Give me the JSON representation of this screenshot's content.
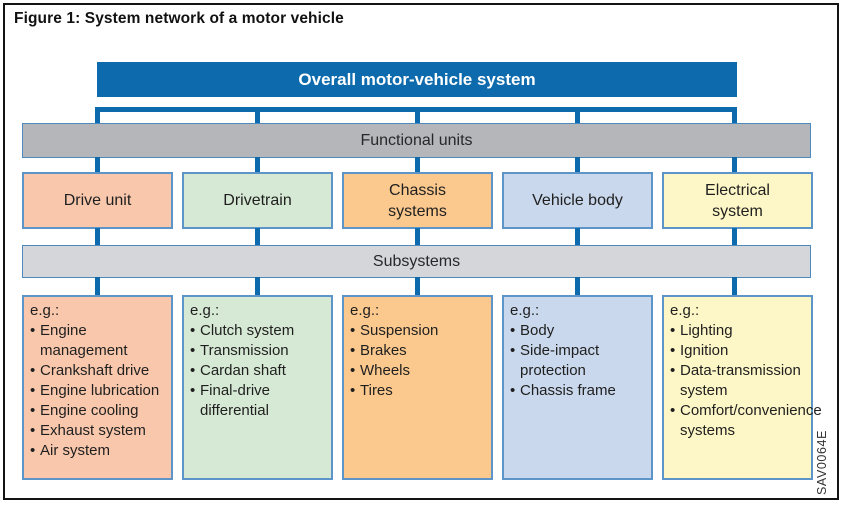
{
  "figure": {
    "title": "Figure 1: System network of a motor vehicle",
    "code": "SAV0064E"
  },
  "hierarchy": {
    "root_label": "Overall motor-vehicle system",
    "functional_units_label": "Functional units",
    "subsystems_label": "Subsystems",
    "example_prefix": "e.g.:"
  },
  "columns": [
    {
      "label": "Drive unit",
      "fill": "#f9c8ac",
      "examples": [
        "Engine management",
        "Crankshaft drive",
        "Engine lubrication",
        "Engine cooling",
        "Exhaust system",
        "Air system"
      ]
    },
    {
      "label": "Drivetrain",
      "fill": "#d6e9d4",
      "examples": [
        "Clutch system",
        "Transmission",
        "Cardan shaft",
        "Final-drive differential"
      ]
    },
    {
      "label": "Chassis systems",
      "fill": "#fbc98e",
      "examples": [
        "Suspension",
        "Brakes",
        "Wheels",
        "Tires"
      ]
    },
    {
      "label": "Vehicle body",
      "fill": "#c9d8ec",
      "examples": [
        "Body",
        "Side-impact protection",
        "Chassis frame"
      ]
    },
    {
      "label": "Electrical system",
      "fill": "#fdf6c6",
      "examples": [
        "Lighting",
        "Ignition",
        "Data-transmission system",
        "Comfort/convenience systems"
      ]
    }
  ],
  "colors": {
    "connector_blue": "#0d6bad",
    "root_bar_fill": "#0d6bad",
    "functional_units_fill": "#b4b6b9",
    "subsystems_fill": "#d4d6d9",
    "box_border": "#5d95c8"
  }
}
